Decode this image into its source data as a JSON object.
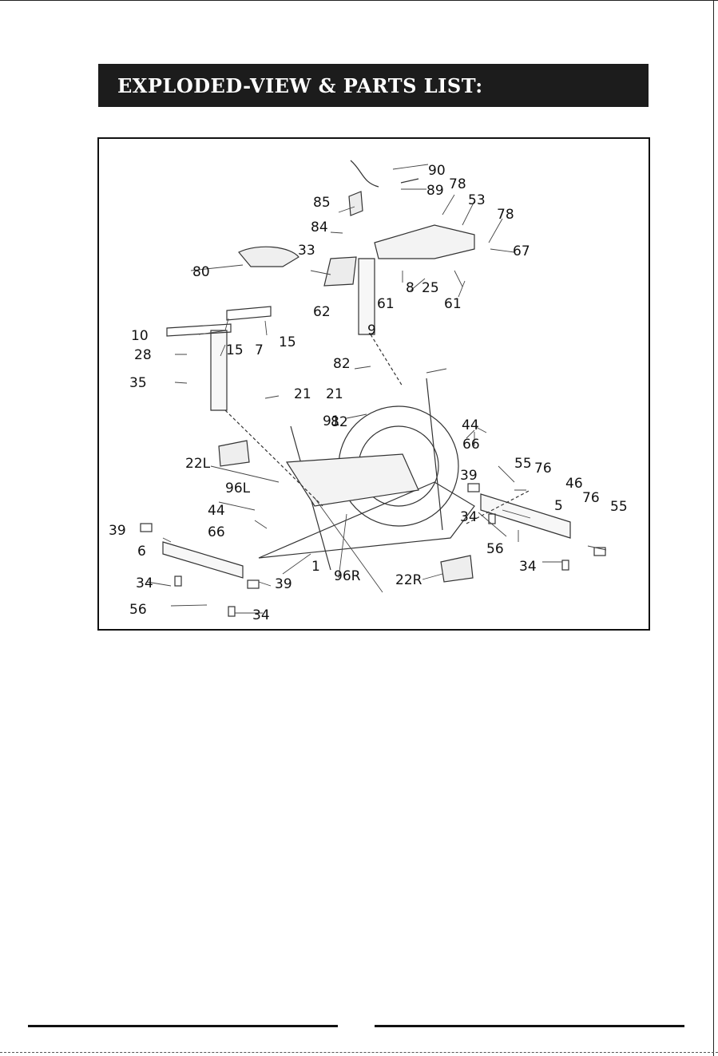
{
  "title": "EXPLODED-VIEW & PARTS LIST:",
  "diagram": {
    "part_labels": [
      "90",
      "89",
      "78",
      "53",
      "78",
      "67",
      "85",
      "84",
      "33",
      "80",
      "62",
      "61",
      "8",
      "25",
      "61",
      "9",
      "10",
      "15",
      "7",
      "15",
      "28",
      "35",
      "82",
      "21",
      "82",
      "91",
      "21",
      "44",
      "66",
      "22L",
      "39",
      "55",
      "76",
      "46",
      "76",
      "96L",
      "5",
      "55",
      "44",
      "34",
      "39",
      "66",
      "6",
      "1",
      "56",
      "34",
      "39",
      "34",
      "96R",
      "22R",
      "56",
      "34"
    ]
  }
}
